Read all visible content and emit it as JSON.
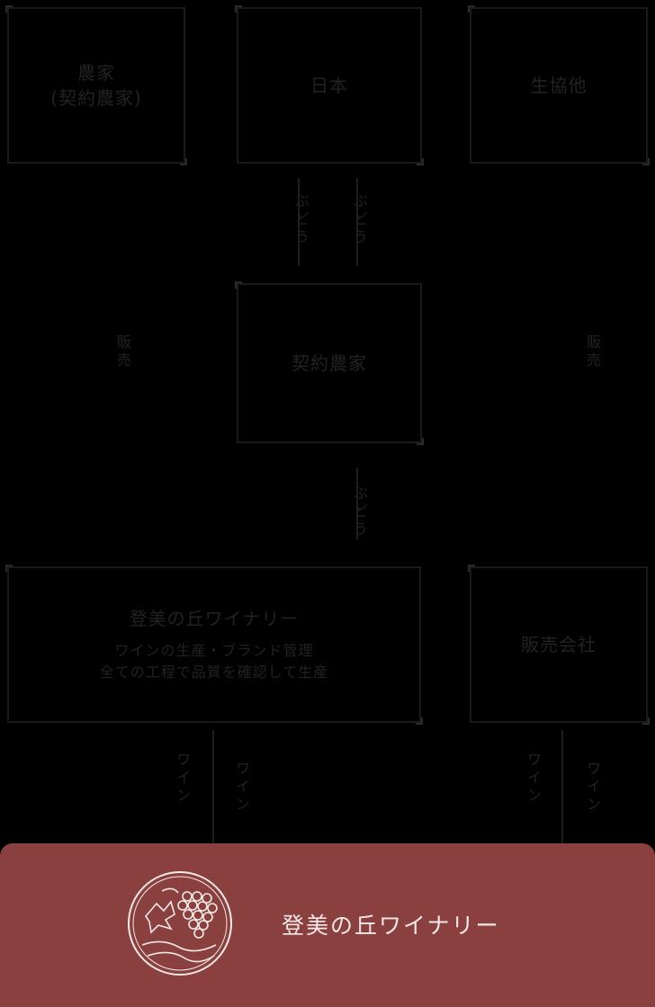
{
  "boxes": {
    "top_left": "農家\n(契約農家)",
    "top_center": "日本",
    "top_right": "生協他",
    "middle": "契約農家",
    "bottom_left_title": "登美の丘ワイナリー",
    "bottom_left_line1": "ワインの生産・ブランド管理",
    "bottom_left_line2": "全ての工程で品質を確認して生産",
    "bottom_right": "販売会社"
  },
  "labels": {
    "upper_left_arrow": "ぶどう",
    "upper_right_arrow": "ぶどう",
    "side_left": "販売",
    "side_right": "販売",
    "lower_arrow": "ぶどう",
    "bottom_left_a": "ワイン",
    "bottom_left_b": "ワイン",
    "bottom_right_a": "ワイン",
    "bottom_right_b": "ワイン"
  },
  "footer": {
    "brand": "登美の丘ワイナリー",
    "logo_icon": "grape-vine-emblem-icon"
  }
}
